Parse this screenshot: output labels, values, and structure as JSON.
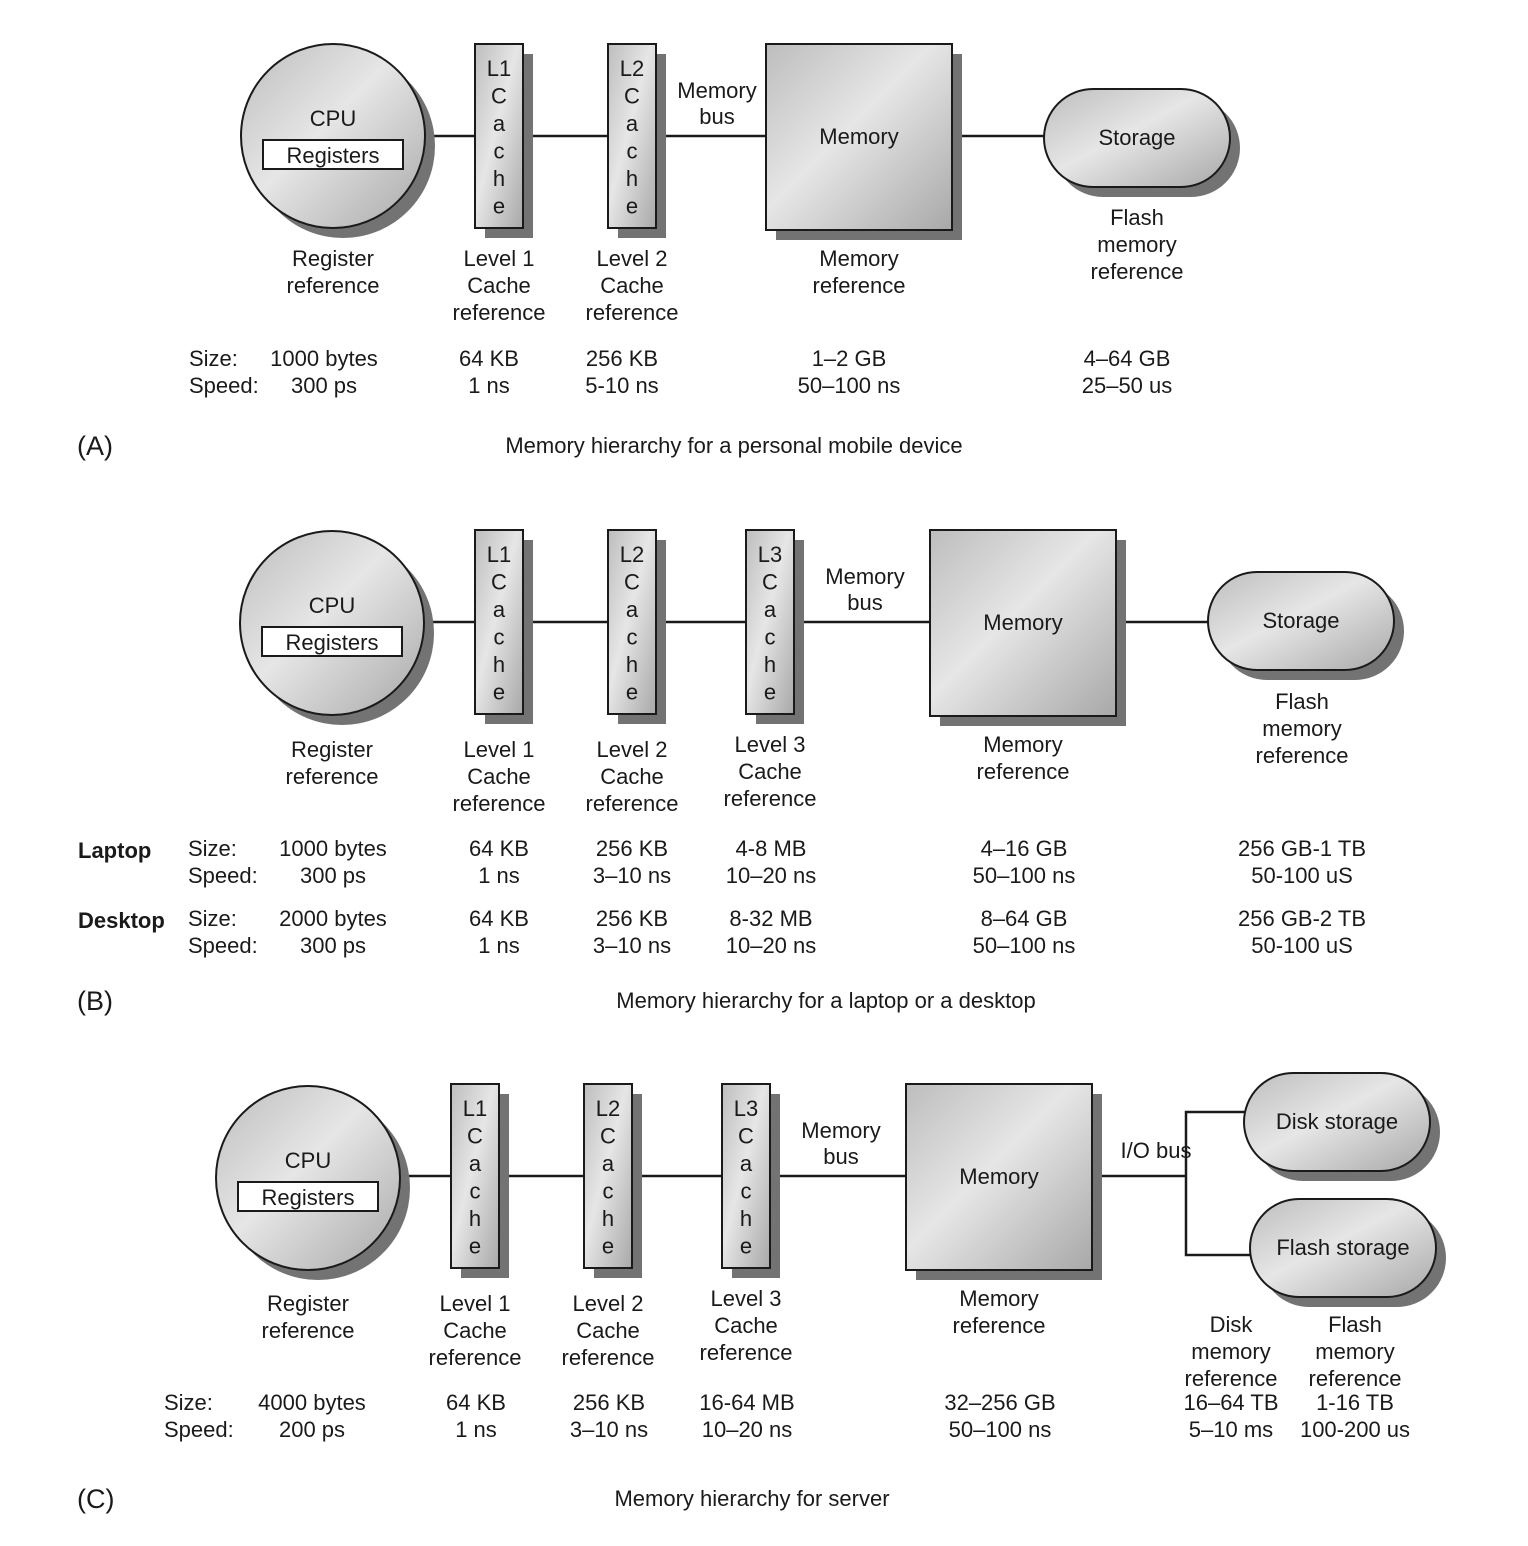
{
  "panels": [
    {
      "id": "A",
      "tag": "(A)",
      "caption": "Memory hierarchy for a personal mobile device",
      "cpu": {
        "title": "CPU",
        "registers": "Registers"
      },
      "caches": [
        {
          "letters": [
            "L1",
            "C",
            "a",
            "c",
            "h",
            "e"
          ],
          "ref": [
            "Level 1",
            "Cache",
            "reference"
          ]
        },
        {
          "letters": [
            "L2",
            "C",
            "a",
            "c",
            "h",
            "e"
          ],
          "ref": [
            "Level 2",
            "Cache",
            "reference"
          ]
        }
      ],
      "bus_label": [
        "Memory",
        "bus"
      ],
      "memory": {
        "title": "Memory",
        "ref": [
          "Memory",
          "reference"
        ]
      },
      "storage": [
        {
          "title": "Storage",
          "ref": [
            "Flash",
            "memory",
            "reference"
          ]
        }
      ],
      "cpu_ref": [
        "Register",
        "reference"
      ],
      "rows": [
        {
          "device": "",
          "size_label": "Size:",
          "speed_label": "Speed:",
          "size": [
            "1000 bytes",
            "64 KB",
            "256 KB",
            "1–2 GB",
            "4–64 GB"
          ],
          "speed": [
            "300 ps",
            "1 ns",
            "5-10 ns",
            "50–100 ns",
            "25–50 us"
          ]
        }
      ]
    },
    {
      "id": "B",
      "tag": "(B)",
      "caption": "Memory hierarchy for a laptop or a desktop",
      "cpu": {
        "title": "CPU",
        "registers": "Registers"
      },
      "caches": [
        {
          "letters": [
            "L1",
            "C",
            "a",
            "c",
            "h",
            "e"
          ],
          "ref": [
            "Level 1",
            "Cache",
            "reference"
          ]
        },
        {
          "letters": [
            "L2",
            "C",
            "a",
            "c",
            "h",
            "e"
          ],
          "ref": [
            "Level 2",
            "Cache",
            "reference"
          ]
        },
        {
          "letters": [
            "L3",
            "C",
            "a",
            "c",
            "h",
            "e"
          ],
          "ref": [
            "Level 3",
            "Cache",
            "reference"
          ]
        }
      ],
      "bus_label": [
        "Memory",
        "bus"
      ],
      "memory": {
        "title": "Memory",
        "ref": [
          "Memory",
          "reference"
        ]
      },
      "storage": [
        {
          "title": "Storage",
          "ref": [
            "Flash",
            "memory",
            "reference"
          ]
        }
      ],
      "cpu_ref": [
        "Register",
        "reference"
      ],
      "rows": [
        {
          "device": "Laptop",
          "size_label": "Size:",
          "speed_label": "Speed:",
          "size": [
            "1000 bytes",
            "64 KB",
            "256 KB",
            "4-8 MB",
            "4–16 GB",
            "256 GB-1 TB"
          ],
          "speed": [
            "300 ps",
            "1 ns",
            "3–10 ns",
            "10–20 ns",
            "50–100 ns",
            "50-100 uS"
          ]
        },
        {
          "device": "Desktop",
          "size_label": "Size:",
          "speed_label": "Speed:",
          "size": [
            "2000 bytes",
            "64 KB",
            "256 KB",
            "8-32  MB",
            "8–64 GB",
            "256 GB-2 TB"
          ],
          "speed": [
            "300 ps",
            "1 ns",
            "3–10 ns",
            "10–20 ns",
            "50–100 ns",
            "50-100 uS"
          ]
        }
      ]
    },
    {
      "id": "C",
      "tag": "(C)",
      "caption": "Memory hierarchy for server",
      "cpu": {
        "title": "CPU",
        "registers": "Registers"
      },
      "caches": [
        {
          "letters": [
            "L1",
            "C",
            "a",
            "c",
            "h",
            "e"
          ],
          "ref": [
            "Level 1",
            "Cache",
            "reference"
          ]
        },
        {
          "letters": [
            "L2",
            "C",
            "a",
            "c",
            "h",
            "e"
          ],
          "ref": [
            "Level 2",
            "Cache",
            "reference"
          ]
        },
        {
          "letters": [
            "L3",
            "C",
            "a",
            "c",
            "h",
            "e"
          ],
          "ref": [
            "Level 3",
            "Cache",
            "reference"
          ]
        }
      ],
      "bus_label": [
        "Memory",
        "bus"
      ],
      "io_bus_label": "I/O bus",
      "memory": {
        "title": "Memory",
        "ref": [
          "Memory",
          "reference"
        ]
      },
      "storage": [
        {
          "title": "Disk storage",
          "ref": [
            "Disk",
            "memory",
            "reference"
          ]
        },
        {
          "title": "Flash storage",
          "ref": [
            "Flash",
            "memory",
            "reference"
          ]
        }
      ],
      "cpu_ref": [
        "Register",
        "reference"
      ],
      "rows": [
        {
          "device": "",
          "size_label": "Size:",
          "speed_label": "Speed:",
          "size": [
            "4000 bytes",
            "64 KB",
            "256 KB",
            "16-64 MB",
            "32–256 GB",
            "16–64 TB",
            "1-16 TB"
          ],
          "speed": [
            "200 ps",
            "1 ns",
            "3–10 ns",
            "10–20 ns",
            "50–100 ns",
            "5–10 ms",
            "100-200 us"
          ]
        }
      ]
    }
  ]
}
